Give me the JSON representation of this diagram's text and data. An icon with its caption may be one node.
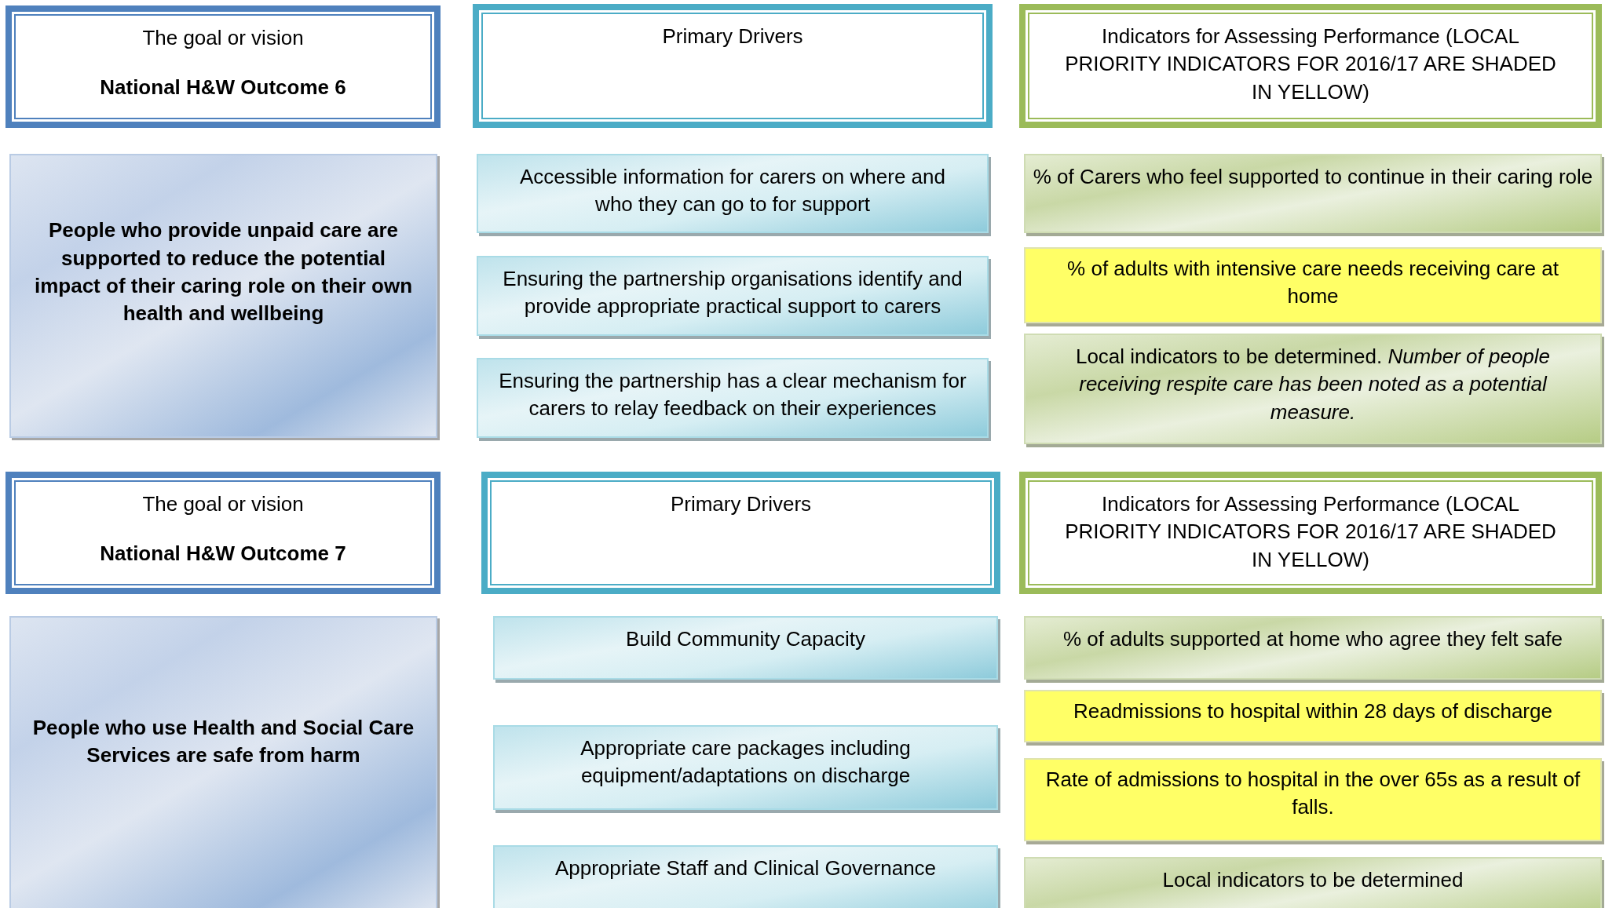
{
  "diagram": {
    "nodes": [
      {
        "text": [
          "The goal or vision",
          "National H&W Outcome 6"
        ]
      },
      {
        "text": [
          "Primary Drivers"
        ]
      },
      {
        "text": [
          "Indicators for Assessing Performance (LOCAL PRIORITY INDICATORS FOR 2016/17 ARE SHADED IN YELLOW)"
        ]
      },
      {
        "text": [
          "People who provide unpaid care are supported to reduce the potential impact of their caring role on their own health and wellbeing"
        ]
      },
      {
        "text": [
          "Accessible information for carers on where and who they can go to for support"
        ]
      },
      {
        "text": [
          "Ensuring the partnership organisations identify and provide appropriate practical support to carers"
        ]
      },
      {
        "text": [
          "Ensuring the partnership has a clear mechanism for carers to relay feedback on their experiences"
        ]
      },
      {
        "text": [
          "% of Carers who feel supported to continue in their caring role"
        ]
      },
      {
        "text": [
          "% of adults with intensive care needs receiving care at home"
        ]
      },
      {
        "text": [
          "Local indicators to be determined.  *Number of people receiving respite care has been noted as a potential measure.*"
        ]
      },
      {
        "text": [
          "The goal or vision",
          "National H&W Outcome 7"
        ]
      },
      {
        "text": [
          "Primary Drivers"
        ]
      },
      {
        "text": [
          "Indicators for Assessing Performance (LOCAL PRIORITY INDICATORS FOR 2016/17 ARE SHADED IN YELLOW)"
        ]
      },
      {
        "text": [
          "People who use Health and Social Care Services are safe from harm"
        ]
      },
      {
        "text": [
          "Build Community Capacity"
        ]
      },
      {
        "text": [
          "Appropriate care packages including equipment/adaptations on discharge"
        ]
      },
      {
        "text": [
          "Appropriate Staff and Clinical Governance"
        ]
      },
      {
        "text": [
          "% of adults supported at home who agree they felt safe"
        ]
      },
      {
        "text": [
          "Readmissions to hospital within 28 days of discharge"
        ]
      },
      {
        "text": [
          "Rate of admissions to hospital in the over 65s as a result of falls."
        ]
      },
      {
        "text": [
          "Local indicators to be determined"
        ]
      }
    ]
  }
}
